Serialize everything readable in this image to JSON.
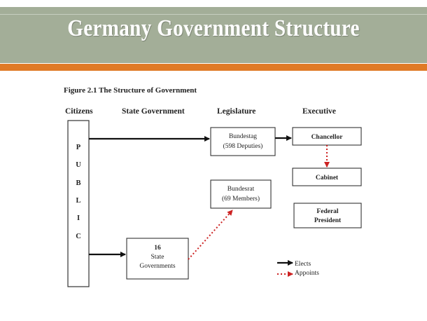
{
  "slide": {
    "title": "Germany Government Structure",
    "header_color": "#a3ae98",
    "accent_color": "#e07a26"
  },
  "figure": {
    "caption": "Figure 2.1  The Structure of Government",
    "columns": {
      "citizens": "Citizens",
      "state_government": "State Government",
      "legislature": "Legislature",
      "executive": "Executive"
    },
    "public_letters": [
      "P",
      "U",
      "B",
      "L",
      "I",
      "C"
    ],
    "boxes": {
      "bundestag": [
        "Bundestag",
        "(598 Deputies)"
      ],
      "bundesrat": [
        "Bundesrat",
        "(69 Members)"
      ],
      "chancellor": [
        "Chancellor"
      ],
      "cabinet": [
        "Cabinet"
      ],
      "federal_president": [
        "Federal",
        "President"
      ],
      "state_governments": [
        "16",
        "State",
        "Governments"
      ]
    },
    "legend": {
      "elects": "Elects",
      "appoints": "Appoints"
    },
    "colors": {
      "elects_arrow": "#111111",
      "appoints_arrow": "#cc2222"
    }
  }
}
